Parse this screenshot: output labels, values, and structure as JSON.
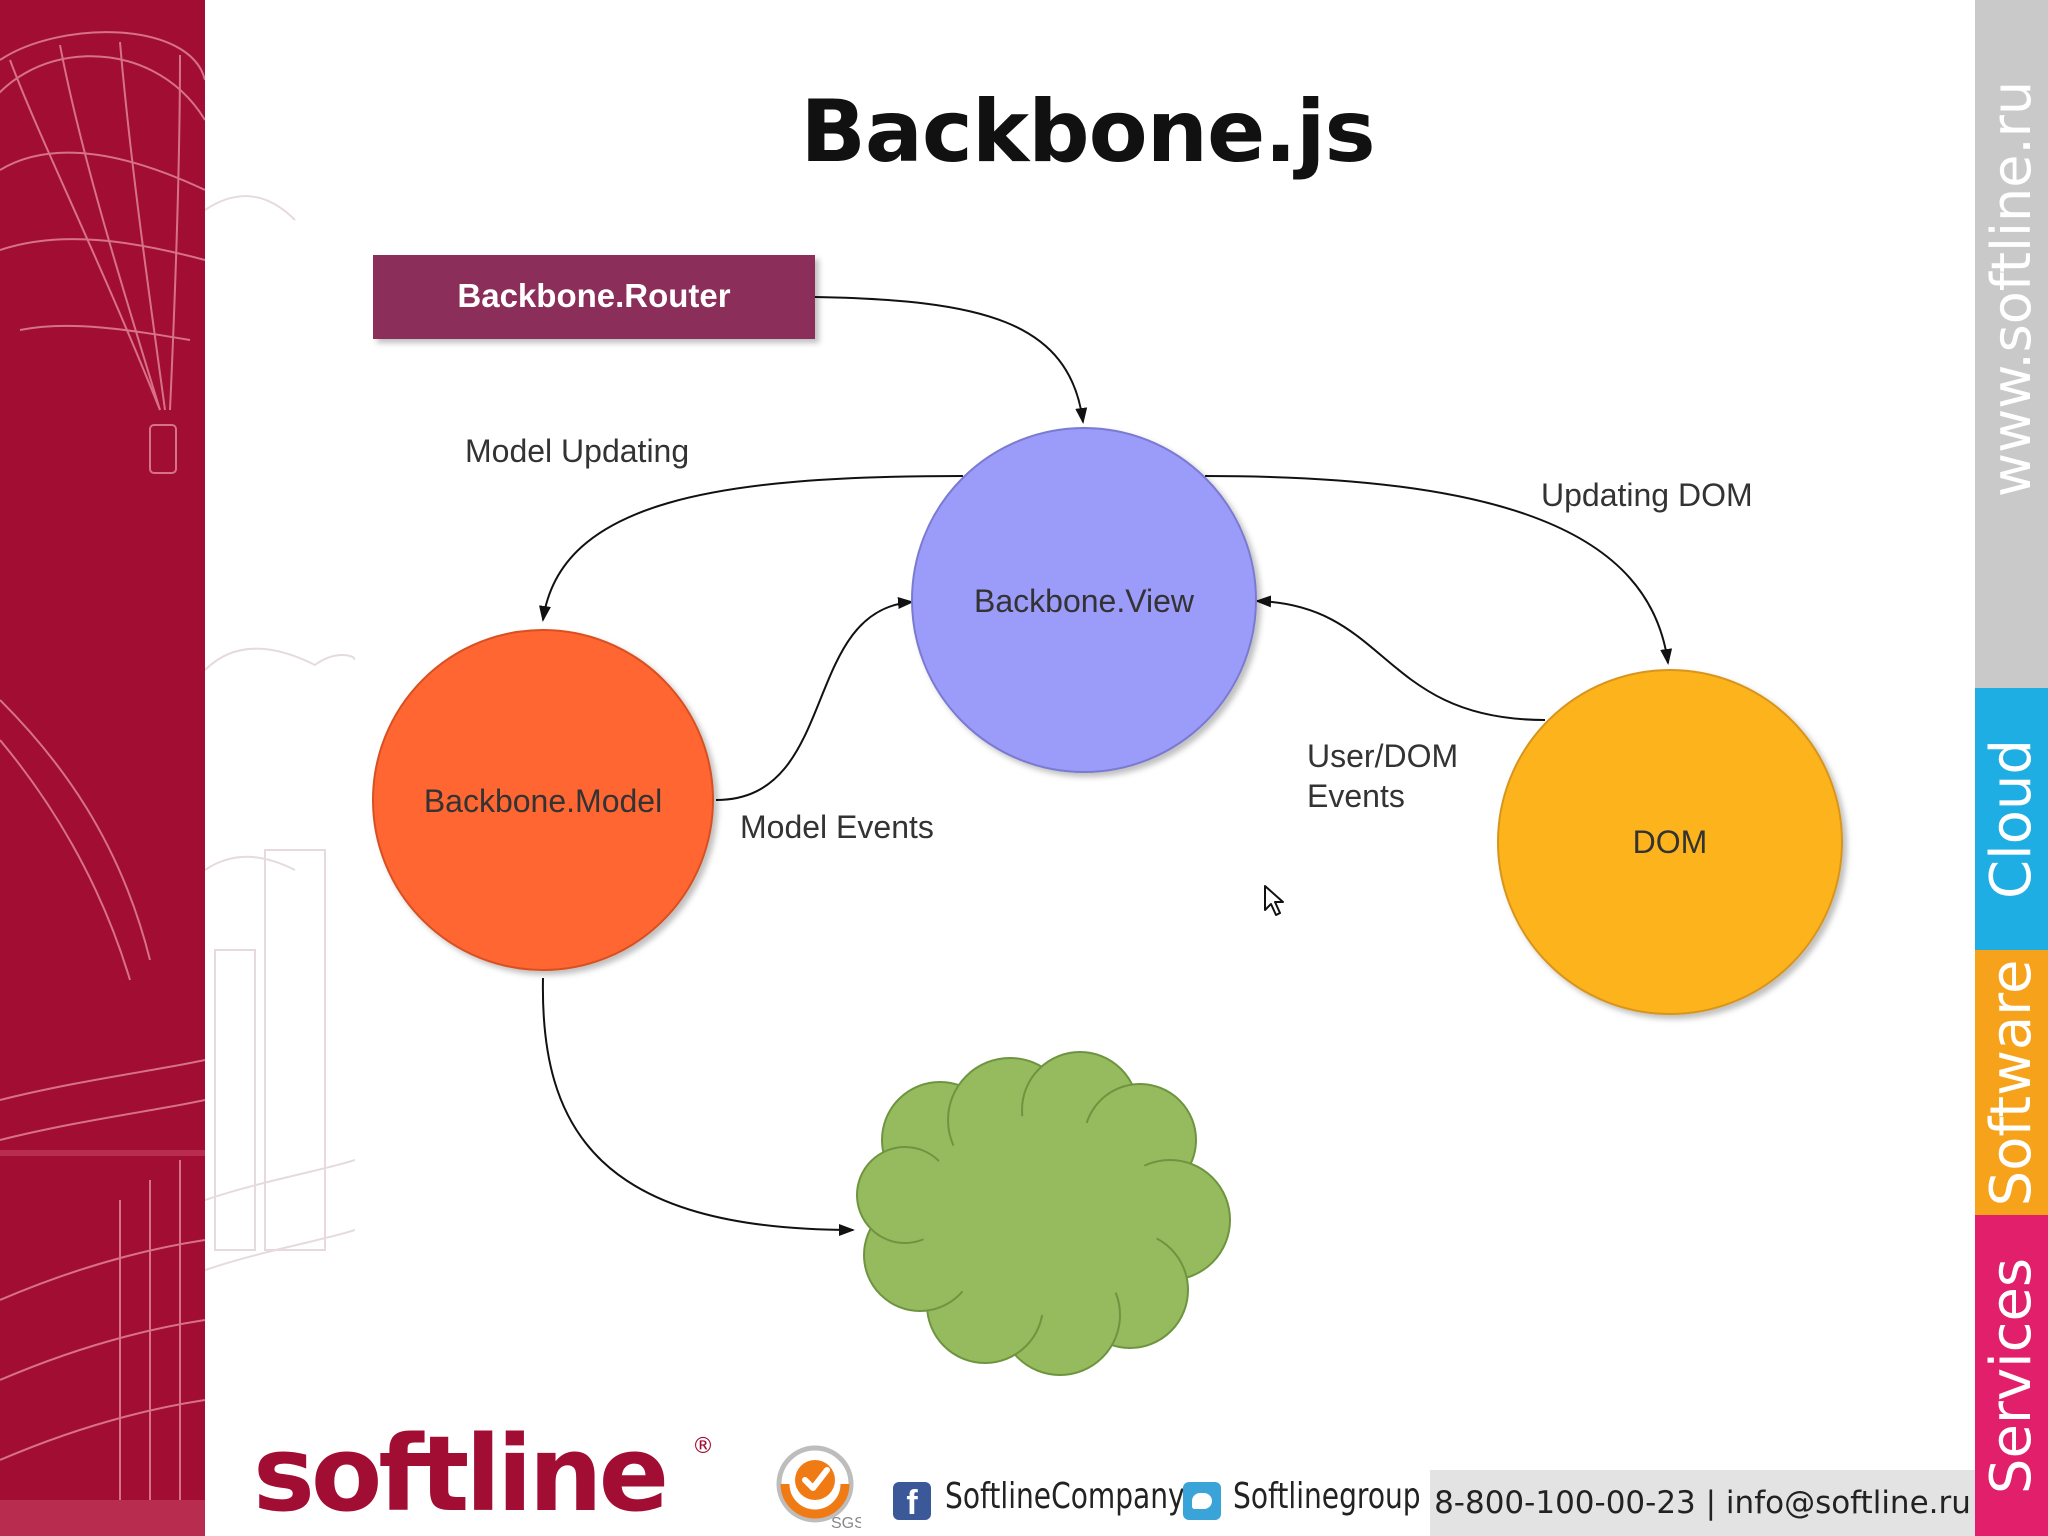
{
  "slide": {
    "title": "Backbone.js"
  },
  "diagram": {
    "nodes": {
      "router": "Backbone.Router",
      "view": "Backbone.View",
      "model": "Backbone.Model",
      "dom": "DOM"
    },
    "edges": {
      "model_updating": "Model Updating",
      "updating_dom": "Updating DOM",
      "model_events": "Model Events",
      "user_dom_events_line1": "User/DOM",
      "user_dom_events_line2": "Events"
    },
    "colors": {
      "router": "#8b2e5a",
      "view": "#9b9bfa",
      "model": "#ff6633",
      "dom": "#fdb31e",
      "cloud": "#95bb5e"
    }
  },
  "brand_strip": {
    "website": "www.softline.ru",
    "cloud": "Cloud",
    "software": "Software",
    "services": "Services"
  },
  "footer": {
    "logo": "softline",
    "registered": "®",
    "badge": "SGS",
    "facebook": "SoftlineCompany",
    "twitter": "Softlinegroup",
    "contact": "8-800-100-00-23 | info@softline.ru"
  },
  "icons": [
    "facebook-icon",
    "twitter-icon",
    "sgs-badge-icon",
    "mouse-cursor-icon",
    "balloon-illustration"
  ]
}
